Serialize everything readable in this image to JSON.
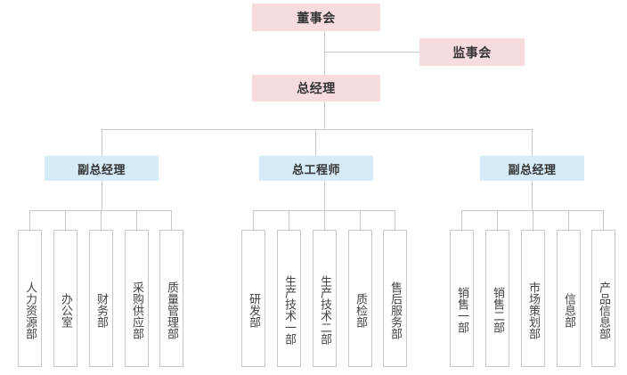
{
  "top": {
    "board": "董事会",
    "supervisors": "监事会",
    "gm": "总经理"
  },
  "branches": [
    {
      "title": "副总经理",
      "departments": [
        "人力资源部",
        "办公室",
        "财务部",
        "采购供应部",
        "质量管理部"
      ]
    },
    {
      "title": "总工程师",
      "departments": [
        "研发部",
        "生产技术一部",
        "生产技术二部",
        "质检部",
        "售后服务部"
      ]
    },
    {
      "title": "副总经理",
      "departments": [
        "销售一部",
        "销售二部",
        "市场策划部",
        "信息部",
        "产品信息部"
      ]
    }
  ],
  "colors": {
    "pink": "#f6dcdf",
    "blue": "#d6ebf8",
    "line": "#c8c8c8"
  }
}
